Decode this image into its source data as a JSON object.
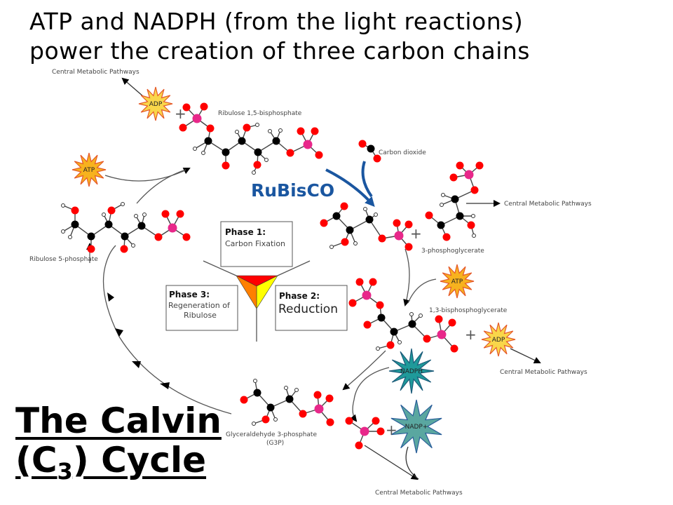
{
  "slide": {
    "heading_line1": "ATP and NADPH (from the light reactions)",
    "heading_line2": "power the creation of three carbon chains",
    "title_part1": "The Calvin",
    "title_part2_open": "(C",
    "title_subscript": "3",
    "title_part2_close": ") Cycle"
  },
  "diagram": {
    "enzyme": "RuBisCO",
    "molecules": {
      "rubp": "Ribulose 1,5-bisphosphate",
      "co2": "Carbon dioxide",
      "pga": "3-phosphoglycerate",
      "bpg": "1,3-bisphosphoglycerate",
      "g3p_line1": "Glyceraldehyde 3-phosphate",
      "g3p_line2": "(G3P)",
      "ru5p": "Ribulose 5-phosphate"
    },
    "energy": {
      "atp": "ATP",
      "adp": "ADP",
      "nadph": "NADPH",
      "nadp": "NADP+"
    },
    "central_pathways": "Central Metabolic Pathways",
    "phases": [
      {
        "head": "Phase 1:",
        "body_line1": "Carbon Fixation",
        "body_line2": ""
      },
      {
        "head": "Phase 2:",
        "body_line1": "Reduction",
        "body_line2": ""
      },
      {
        "head": "Phase 3:",
        "body_line1": "Regeneration of",
        "body_line2": "Ribulose"
      }
    ],
    "colors": {
      "oxygen": "#ff0000",
      "phosphorus": "#e8288a",
      "carbon": "#000000",
      "atp_star": "#f7b21e",
      "adp_star": "#f9d64a",
      "nadph_star": "#1f9a9a",
      "nadp_star": "#5aa7a0",
      "rubisco": "#1a56a0",
      "phase1": "#ff0000",
      "phase2": "#ffff00",
      "phase3": "#ff8000"
    }
  }
}
